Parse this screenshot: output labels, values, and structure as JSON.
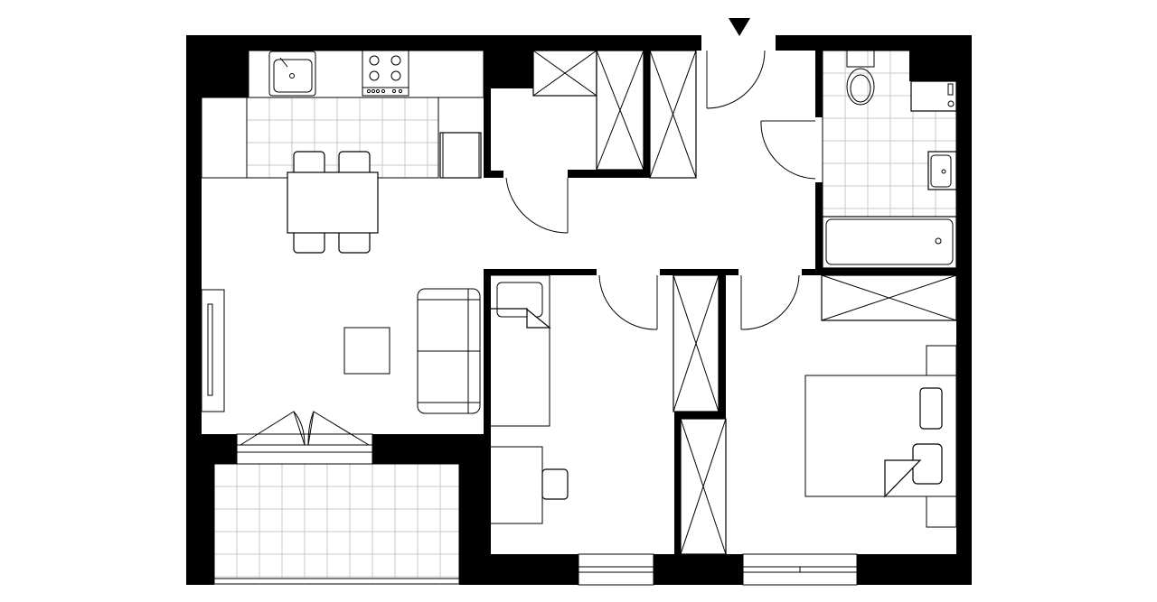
{
  "plan": {
    "colors": {
      "wall": "#000000",
      "background": "#ffffff",
      "tile_lines": "#c8c8c8"
    },
    "rooms": [
      "kitchen",
      "living-room",
      "hallway",
      "bathroom",
      "bedroom-small",
      "bedroom-main",
      "balcony",
      "storage"
    ],
    "entrance_marker": "triangle-down-icon"
  }
}
